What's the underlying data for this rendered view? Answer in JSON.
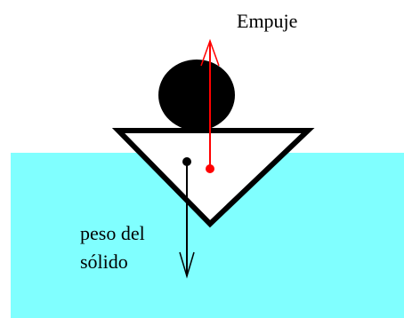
{
  "labels": {
    "buoyancy": "Empuje",
    "weight_line1": "peso del",
    "weight_line2": "sólido"
  },
  "colors": {
    "water": "#80ffff",
    "buoyancy_vector": "#ff0000",
    "weight_vector": "#000000",
    "solid_fill": "#ffffff",
    "solid_outline": "#000000",
    "ball": "#000000",
    "text": "#000000"
  }
}
